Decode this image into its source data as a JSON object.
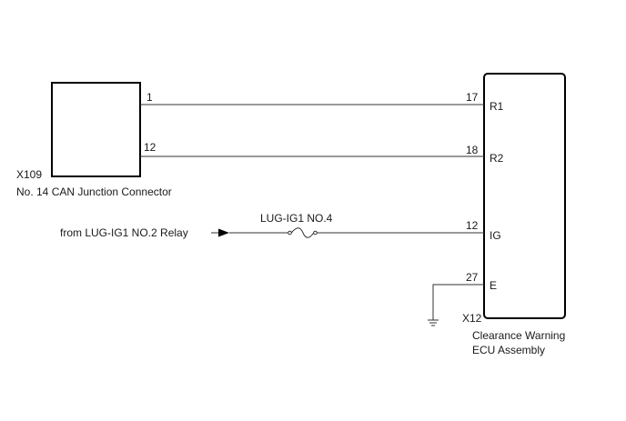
{
  "connector_x109": {
    "id": "X109",
    "name": "No. 14 CAN Junction Connector",
    "pins": [
      "1",
      "12"
    ]
  },
  "ecu_x12": {
    "id": "X12",
    "name_line1": "Clearance Warning",
    "name_line2": "ECU Assembly",
    "pins": [
      {
        "number": "17",
        "label": "R1"
      },
      {
        "number": "18",
        "label": "R2"
      },
      {
        "number": "12",
        "label": "IG"
      },
      {
        "number": "27",
        "label": "E"
      }
    ]
  },
  "power_source": {
    "label": "from LUG-IG1 NO.2 Relay"
  },
  "fuse": {
    "label": "LUG-IG1 NO.4"
  }
}
